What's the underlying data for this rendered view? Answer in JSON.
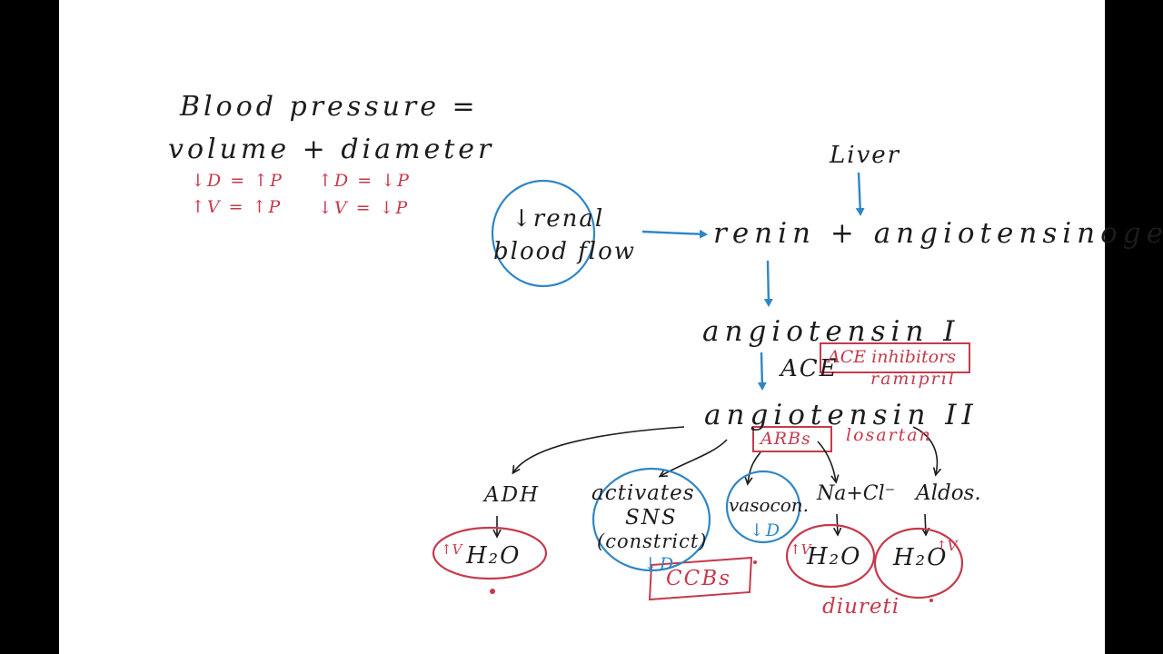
{
  "colors": {
    "ink": "#1c1c1c",
    "red": "#c53a4c",
    "blue": "#2f86c6",
    "board": "#ffffff",
    "letterbox": "#000000"
  },
  "formula": {
    "line1": "Blood pressure =",
    "line2": "volume + diameter",
    "rules": [
      "↓D = ↑P",
      "↑D = ↓P",
      "↑V = ↑P",
      "↓V = ↓P"
    ]
  },
  "pathway": {
    "source_circle": [
      "↓renal",
      "blood flow"
    ],
    "liver": "Liver",
    "renin_line": "renin + angiotensinogen",
    "ang1": "angiotensin I",
    "ace": "ACE",
    "ace_inhibitors": "ACE inhibitors",
    "ace_inhibitor_example": "ramipril",
    "ang2": "angiotensin II",
    "arbs": "ARBs",
    "arb_example": "losartan"
  },
  "effects": {
    "adh": "ADH",
    "adh_result": "H₂O",
    "adh_mark": "↑V",
    "sns": [
      "activates",
      "SNS",
      "(constrict)"
    ],
    "sns_mark": "↓D",
    "ccbs": "CCBs",
    "vasocon": "vasocon.",
    "vasocon_mark": "↓D",
    "nacl": "Na+Cl⁻",
    "nacl_result": "H₂O",
    "nacl_mark": "↑V",
    "aldos": "Aldos.",
    "aldos_result": "H₂O",
    "aldos_mark": "↑V",
    "diuretics": "diureti"
  }
}
